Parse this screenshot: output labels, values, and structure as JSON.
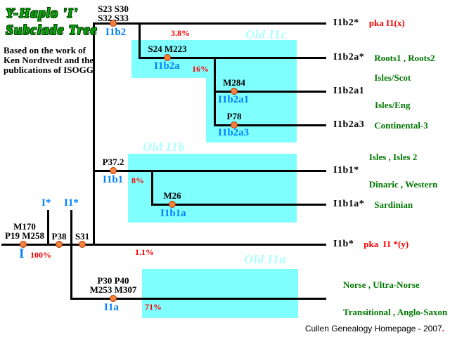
{
  "title": {
    "line1": "Y-Haplo 'I'",
    "line2": "Subclade Tree"
  },
  "credit": {
    "line1": "Based on the work of",
    "line2": "Ken Nordtvedt and the",
    "line3": "publications of ISOGG"
  },
  "regions": {
    "i1c": "Old I1c",
    "i1b": "Old I1b",
    "i1a": "Old I1a"
  },
  "colors": {
    "region_fill": "#80ffff",
    "region_title": "#aeffff",
    "clade_blue": "#0080ff",
    "pct_red": "#ff0000",
    "desc_green": "#007700",
    "node_fill": "#f4813d",
    "node_border": "#b33500",
    "line_black": "#000000",
    "title_green": "#00b400"
  },
  "branches": [
    {
      "markers": [
        "S23 S30",
        "S32 S33"
      ],
      "clade": "I1b2",
      "pct": "3.8%"
    },
    {
      "markers": [
        "S24 M223"
      ],
      "clade": "I1b2a",
      "pct": "16%"
    },
    {
      "markers": [
        "M284"
      ],
      "clade": "I1b2a1",
      "pct": ""
    },
    {
      "markers": [
        "P78"
      ],
      "clade": "I1b2a3",
      "pct": ""
    },
    {
      "markers": [
        "P37.2"
      ],
      "clade": "I1b1",
      "pct": "8%"
    },
    {
      "markers": [
        "M26"
      ],
      "clade": "I1b1a",
      "pct": ""
    },
    {
      "markers": [
        "P30 P40",
        "M253 M307"
      ],
      "clade": "I1a",
      "pct": "71%"
    }
  ],
  "trunk": {
    "nodes": [
      {
        "line1": "M170",
        "line2": "P19 M258"
      },
      {
        "line1": "P38"
      },
      {
        "line1": "S31"
      }
    ],
    "root": {
      "clade": "I",
      "pct": "100%"
    },
    "pct": "1.1%",
    "paragroups": [
      {
        "label": "I*"
      },
      {
        "label": "I1*"
      }
    ]
  },
  "terminals": [
    {
      "label": "I1b2*",
      "note": "pka I1(x)"
    },
    {
      "label": "I1b2a*",
      "desc1": "Roots1 , Roots2"
    },
    {
      "label": "I1b2a1",
      "desc1": "Isles/Scot",
      "desc2": "Isles/Eng"
    },
    {
      "label": "I1b2a3",
      "desc1": "Continental-3"
    },
    {
      "label": "I1b1*",
      "desc1": "Isles , Isles 2",
      "desc2": "Dinaric , Western"
    },
    {
      "label": "I1b1a*",
      "desc1": "Sardinian"
    },
    {
      "label": "I1b*",
      "note": "pka  I1 *(y)"
    },
    {
      "desc1": "Norse , Ultra-Norse",
      "desc2": "Transitional , Anglo-Saxon"
    }
  ],
  "footer": {
    "text": "Cullen Genealogy Homepage - 2007",
    "dot": "."
  }
}
